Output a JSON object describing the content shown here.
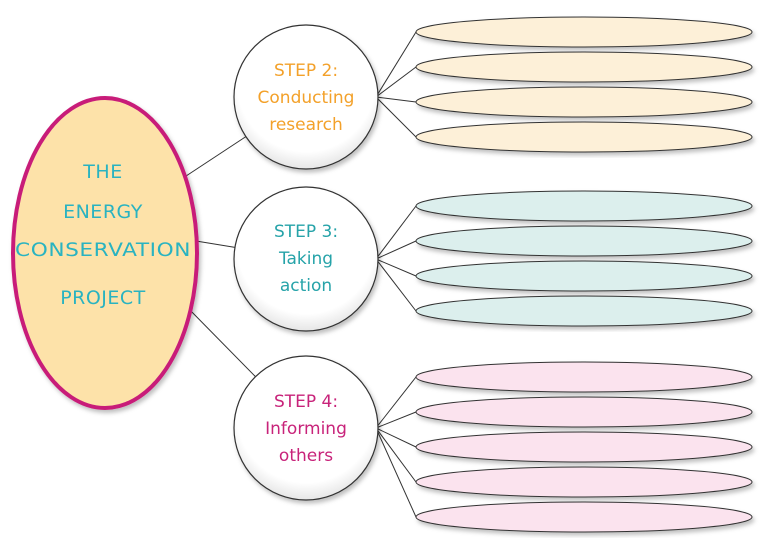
{
  "center": {
    "lines": [
      "THE",
      "ENERGY",
      "CONSERVATION",
      "PROJECT"
    ],
    "fill": "#fde2a9",
    "stroke": "#c81f79",
    "text_color": "#29b3c1"
  },
  "steps": [
    {
      "lines": [
        "STEP 2:",
        "Conducting",
        "research"
      ],
      "text_color": "#f3a12a",
      "branch_fill": "#fdf0d8",
      "branch_count": 4
    },
    {
      "lines": [
        "STEP 3:",
        "Taking",
        "action"
      ],
      "text_color": "#26a3a9",
      "branch_fill": "#dcefed",
      "branch_count": 4
    },
    {
      "lines": [
        "STEP 4:",
        "Informing",
        "others"
      ],
      "text_color": "#c8237a",
      "branch_fill": "#fbe3ee",
      "branch_count": 5
    }
  ]
}
